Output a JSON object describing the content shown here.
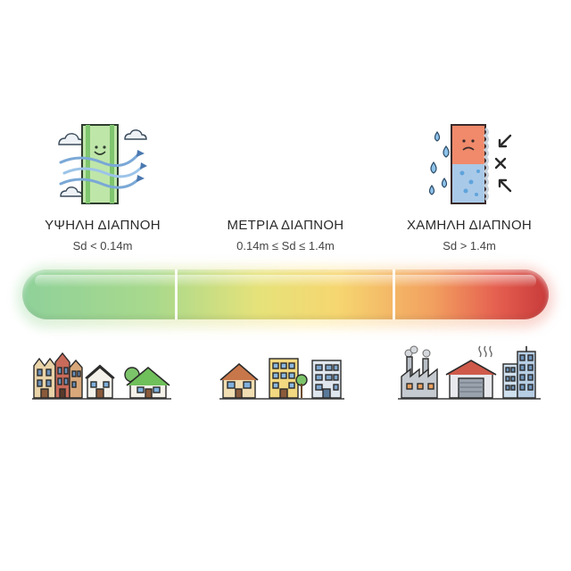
{
  "categories": [
    {
      "title": "ΥΨΗΛΗ ΔΙΑΠΝΟΗ",
      "range": "Sd < 0.14m",
      "icon": "breathable-wall-icon",
      "color": "#8fd19a"
    },
    {
      "title": "ΜΕΤΡΙΑ ΔΙΑΠΝΟΗ",
      "range": "0.14m ≤ Sd ≤ 1.4m",
      "icon": "none",
      "color": "#f3d46e"
    },
    {
      "title": "ΧΑΜΗΛΗ ΔΙΑΠΝΟΗ",
      "range": "Sd > 1.4m",
      "icon": "condensation-wall-icon",
      "color": "#c83a3a"
    }
  ]
}
